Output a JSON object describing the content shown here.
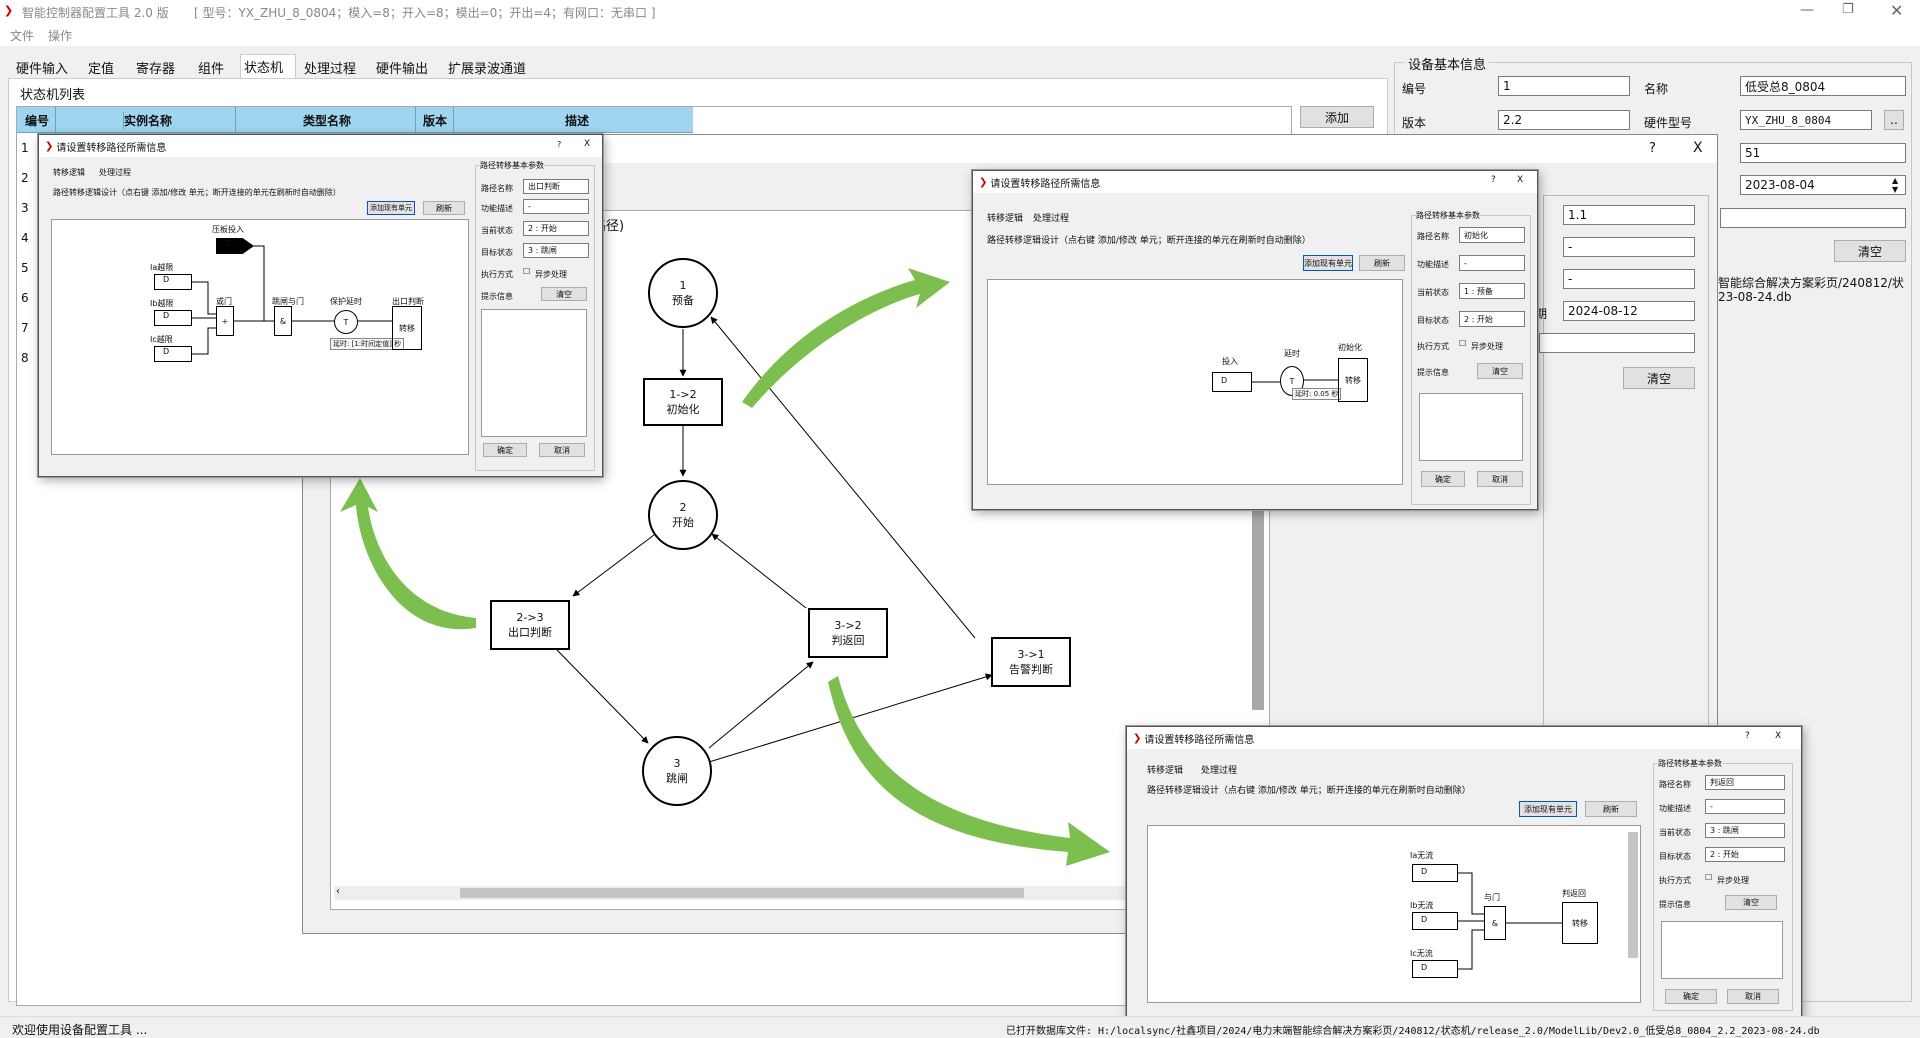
{
  "titlebar": {
    "title": "智能控制器配置工具 2.0 版",
    "info": "[ 型号：YX_ZHU_8_0804；模入=8；开入=8；模出=0；开出=4；有网口：无串口 ]"
  },
  "menu": [
    "文件",
    "操作"
  ],
  "tabs": [
    "硬件输入",
    "定值",
    "寄存器",
    "组件",
    "状态机",
    "处理过程",
    "硬件输出",
    "扩展录波通道"
  ],
  "state_list": {
    "title": "状态机列表",
    "columns": [
      "编号",
      "实例名称",
      "类型名称",
      "版本",
      "描述"
    ],
    "rows": [
      "1",
      "2",
      "3",
      "4",
      "5",
      "6",
      "7",
      "8"
    ],
    "add_button": "添加"
  },
  "device_info": {
    "title": "设备基本信息",
    "id_label": "编号",
    "id_value": "1",
    "name_label": "名称",
    "name_value": "低受总8_0804",
    "version_label": "版本",
    "version_value": "2.2",
    "hw_label": "硬件型号",
    "hw_value": "YX_ZHU_8_0804",
    "ellipsis": "..",
    "field3_value": "51",
    "date_value": "2023-08-04",
    "clear_button": "清空",
    "path_text": "智能综合解决方案彩页/240812/状\n23-08-24.db"
  },
  "bg_dialog": {
    "help": "?",
    "close": "X",
    "path_hint": "路径)",
    "v1": "1.1",
    "v2": "-",
    "v3": "-",
    "date_label": "期",
    "date_value": "2024-08-12",
    "clear_button": "清空"
  },
  "state_diagram": {
    "states": [
      {
        "num": "1",
        "name": "预备"
      },
      {
        "num": "2",
        "name": "开始"
      },
      {
        "num": "3",
        "name": "跳闸"
      }
    ],
    "transitions": [
      {
        "id": "1->2",
        "name": "初始化"
      },
      {
        "id": "2->3",
        "name": "出口判断"
      },
      {
        "id": "3->2",
        "name": "判返回"
      },
      {
        "id": "3->1",
        "name": "告警判断"
      }
    ]
  },
  "dialogs": {
    "common": {
      "title": "请设置转移路径所需信息",
      "tab_logic": "转移逻辑",
      "tab_process": "处理过程",
      "design_hint": "路径转移逻辑设计（点右键 添加/修改 单元；断开连接的单元在刷新时自动删除）",
      "add_existing": "添加现有单元",
      "refresh": "刷新",
      "params_title": "路径转移基本参数",
      "path_name_label": "路径名称",
      "func_label": "功能描述",
      "cur_state_label": "当前状态",
      "target_state_label": "目标状态",
      "exec_label": "执行方式",
      "async_label": "异步处理",
      "hint_label": "提示信息",
      "clear": "清空",
      "ok": "确定",
      "cancel": "取消",
      "help": "?",
      "close": "X"
    },
    "d1": {
      "path_name": "出口判断",
      "func": "-",
      "cur_state": "2 : 开始",
      "target_state": "3 : 跳闸",
      "blocks": {
        "qd": "压板投入",
        "ia": "Ia越限",
        "ib": "Ib越限",
        "ic": "Ic越限",
        "or": "或门",
        "and": "跳闸与门",
        "prot": "保护延时",
        "out": "出口判断",
        "d": "D",
        "plus": "+",
        "amp": "&",
        "t": "T",
        "move": "转移",
        "delay": "延时: [1:时间定值] 秒"
      }
    },
    "d2": {
      "path_name": "初始化",
      "func": "-",
      "cur_state": "1 : 预备",
      "target_state": "2 : 开始",
      "blocks": {
        "in": "投入",
        "delay": "延时",
        "init": "初始化",
        "d": "D",
        "t": "T",
        "move": "转移",
        "tip": "延时: 0.05 秒"
      }
    },
    "d3": {
      "path_name": "判返回",
      "func": "-",
      "cur_state": "3 : 跳闸",
      "target_state": "2 : 开始",
      "blocks": {
        "ia": "Ia无流",
        "ib": "Ib无流",
        "ic": "Ic无流",
        "and": "与门",
        "ret": "判返回",
        "d": "D",
        "amp": "&",
        "move": "转移"
      }
    }
  },
  "statusbar": {
    "left": "欢迎使用设备配置工具 ...",
    "right": "已打开数据库文件: H:/localsync/社鑫项目/2024/电力末端智能综合解决方案彩页/240812/状态机/release_2.0/ModelLib/Dev2.0_低受总8_0804_2.2_2023-08-24.db"
  },
  "colors": {
    "accent_header": "#9fd5f0",
    "arrow_green": "#7cbf4f",
    "selected_tab_border": "#0055cc"
  }
}
